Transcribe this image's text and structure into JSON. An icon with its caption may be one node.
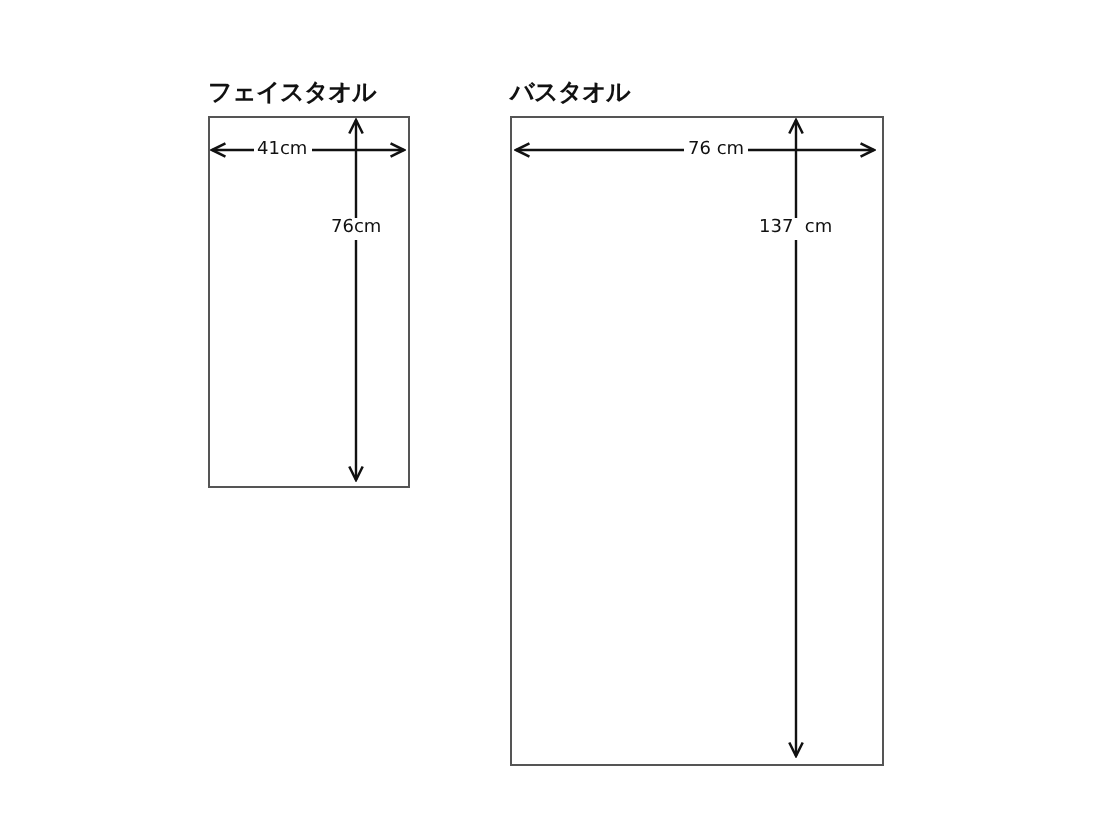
{
  "diagram": {
    "nodes": [
      {
        "text": [
          "フェイスタオル"
        ]
      },
      {
        "text": [
          "バスタオル"
        ]
      }
    ],
    "labels": [
      "41cm",
      "76cm",
      "76 cm",
      "137  cm"
    ]
  }
}
